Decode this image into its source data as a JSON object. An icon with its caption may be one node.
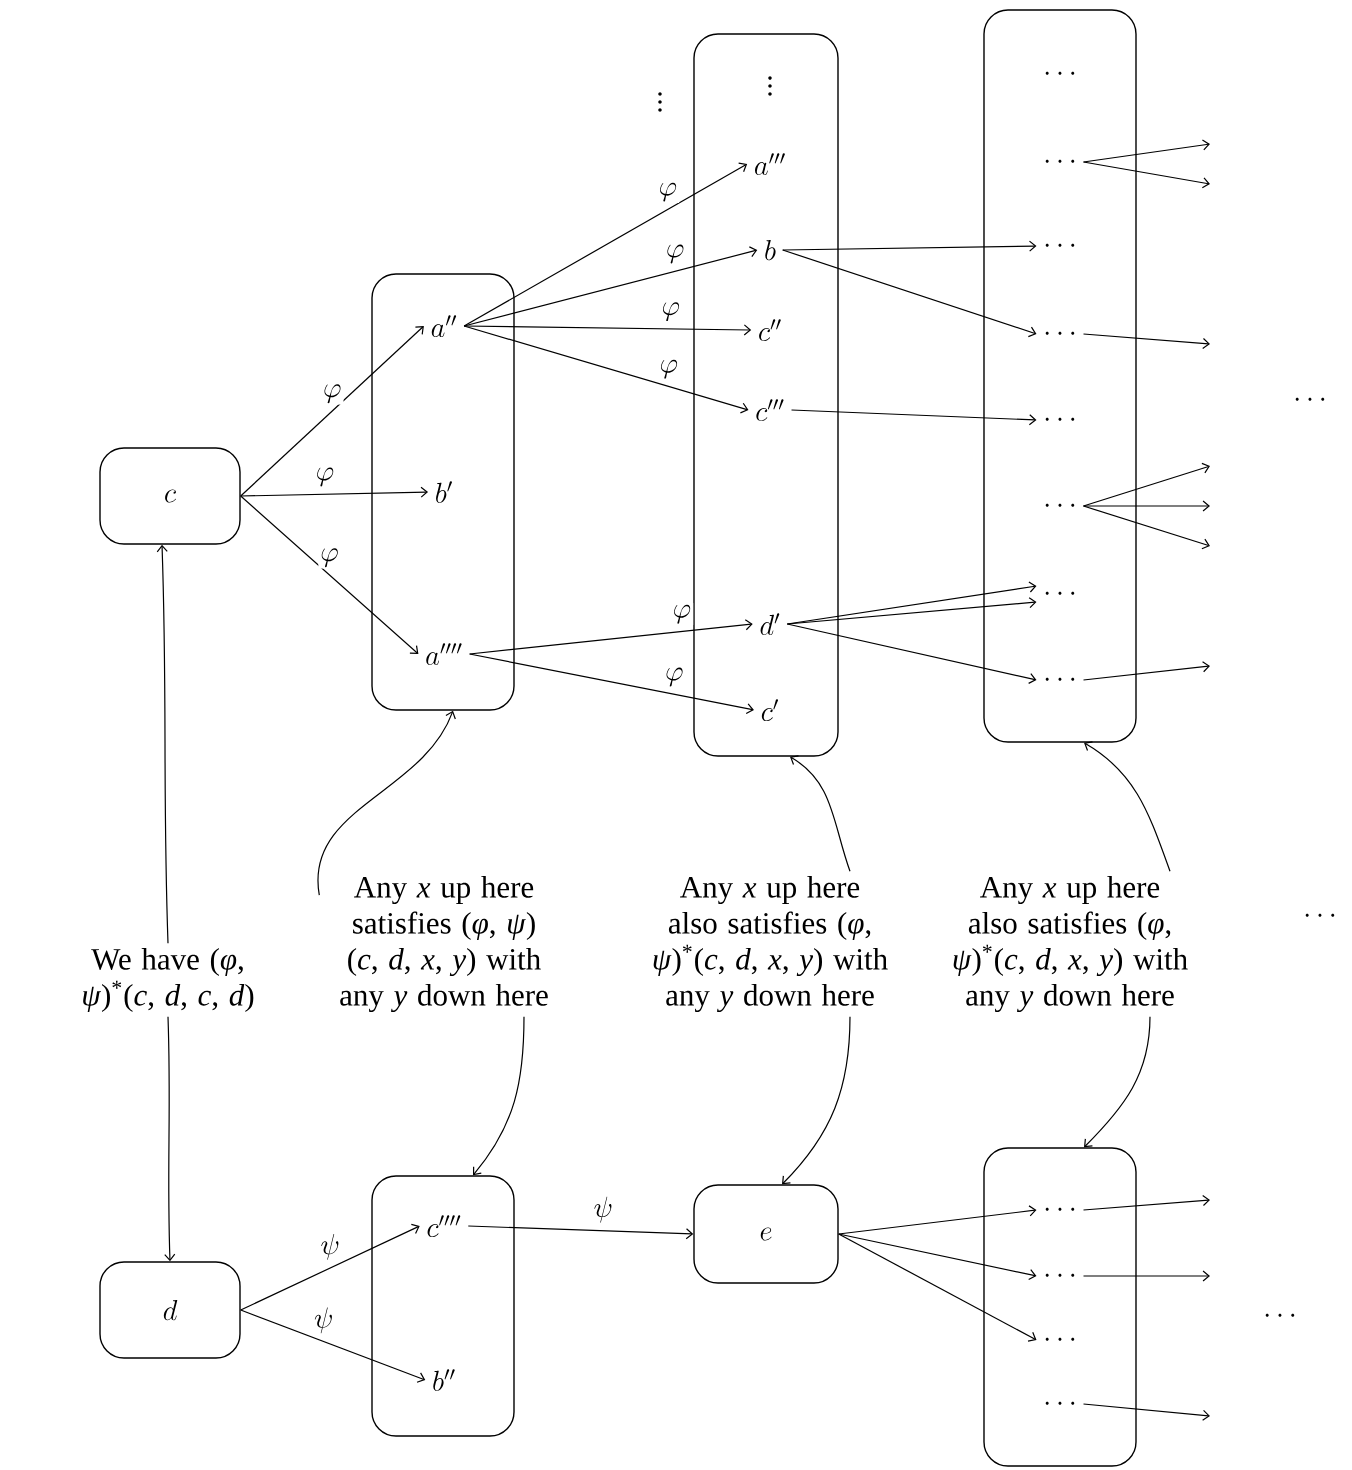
{
  "diagram": {
    "nodes": [
      {
        "text": [
          "c"
        ]
      },
      {
        "text": [],
        "shape": "box"
      },
      {
        "text": [
          "a''"
        ],
        "in": 1
      },
      {
        "text": [
          "b'"
        ],
        "in": 1
      },
      {
        "text": [
          "a''''"
        ],
        "in": 1
      },
      {
        "text": [],
        "shape": "box"
      },
      {
        "text": [
          "\\vdots"
        ],
        "in": 5
      },
      {
        "text": [
          "a'''"
        ],
        "in": 5
      },
      {
        "text": [
          "b"
        ],
        "in": 5
      },
      {
        "text": [
          "c''"
        ],
        "in": 5
      },
      {
        "text": [
          "c'''"
        ],
        "in": 5
      },
      {
        "text": [
          "d'"
        ],
        "in": 5
      },
      {
        "text": [
          "c'"
        ],
        "in": 5
      },
      {
        "text": [],
        "shape": "box"
      },
      {
        "text": [
          "\\cdots"
        ],
        "in": 13
      },
      {
        "text": [
          "\\cdots"
        ],
        "in": 13
      },
      {
        "text": [
          "\\cdots"
        ],
        "in": 13
      },
      {
        "text": [
          "\\cdots"
        ],
        "in": 13
      },
      {
        "text": [
          "\\cdots"
        ],
        "in": 13
      },
      {
        "text": [
          "\\cdots"
        ],
        "in": 13
      },
      {
        "text": [
          "\\cdots"
        ],
        "in": 13
      },
      {
        "text": [
          "\\cdots"
        ],
        "in": 13
      },
      {
        "text": [
          "We have (*φ*, *ψ*)$^{*}$(*c*, *d*, *c*, *d*)"
        ]
      },
      {
        "text": [
          "Any *x* up here satisfies (*φ*, *ψ*) (*c*, *d*, *x*, *y*) with any *y* down here"
        ]
      },
      {
        "text": [
          "Any *x* up here also satisfies (*φ*, *ψ*)$^{*}$(*c*, *d*, *x*, *y*) with any *y* down here"
        ]
      },
      {
        "text": [
          "Any *x* up here also satisfies (*φ*, *ψ*)$^{*}$(*c*, *d*, *x*, *y*) with any *y* down here"
        ]
      },
      {
        "text": [
          "d"
        ]
      },
      {
        "text": [],
        "shape": "box"
      },
      {
        "text": [
          "c''''"
        ],
        "in": 27
      },
      {
        "text": [
          "b''"
        ],
        "in": 27
      },
      {
        "text": [
          "e"
        ]
      },
      {
        "text": [],
        "shape": "box"
      },
      {
        "text": [
          "\\cdots"
        ],
        "in": 31
      },
      {
        "text": [
          "\\cdots"
        ],
        "in": 31
      },
      {
        "text": [
          "\\cdots"
        ],
        "in": 31
      },
      {
        "text": [
          "\\cdots"
        ],
        "in": 31
      }
    ],
    "edges": [
      {
        "from": 0,
        "to": 2,
        "arrow": "to",
        "label": "\\varphi"
      },
      {
        "from": 0,
        "to": 3,
        "arrow": "to",
        "label": "\\varphi"
      },
      {
        "from": 0,
        "to": 4,
        "arrow": "to",
        "label": "\\varphi"
      },
      {
        "from": 2,
        "to": 7,
        "arrow": "to",
        "label": "\\varphi"
      },
      {
        "from": 2,
        "to": 8,
        "arrow": "to",
        "label": "\\varphi"
      },
      {
        "from": 2,
        "to": 9,
        "arrow": "to",
        "label": "\\varphi"
      },
      {
        "from": 2,
        "to": 10,
        "arrow": "to",
        "label": "\\varphi"
      },
      {
        "from": 4,
        "to": 11,
        "arrow": "to",
        "label": "\\varphi"
      },
      {
        "from": 4,
        "to": 12,
        "arrow": "to",
        "label": "\\varphi"
      },
      {
        "from": 8,
        "to": 16,
        "arrow": "to"
      },
      {
        "from": 8,
        "to": 17,
        "arrow": "to"
      },
      {
        "from": 10,
        "to": 18,
        "arrow": "to"
      },
      {
        "from": 11,
        "to": 20,
        "arrow": "to"
      },
      {
        "from": 11,
        "to": 20,
        "arrow": "to"
      },
      {
        "from": 11,
        "to": 21,
        "arrow": "to"
      },
      {
        "from": 15,
        "to": null,
        "arrow": "to"
      },
      {
        "from": 15,
        "to": null,
        "arrow": "to"
      },
      {
        "from": 17,
        "to": null,
        "arrow": "to"
      },
      {
        "from": 19,
        "to": null,
        "arrow": "to"
      },
      {
        "from": 19,
        "to": null,
        "arrow": "to"
      },
      {
        "from": 19,
        "to": null,
        "arrow": "to"
      },
      {
        "from": 21,
        "to": null,
        "arrow": "to"
      },
      {
        "from": 22,
        "to": 0,
        "arrow": "to"
      },
      {
        "from": 22,
        "to": 26,
        "arrow": "to"
      },
      {
        "from": 23,
        "to": 1,
        "arrow": "to"
      },
      {
        "from": 23,
        "to": 27,
        "arrow": "to"
      },
      {
        "from": 24,
        "to": 5,
        "arrow": "to"
      },
      {
        "from": 24,
        "to": 30,
        "arrow": "to"
      },
      {
        "from": 25,
        "to": 13,
        "arrow": "to"
      },
      {
        "from": 25,
        "to": 31,
        "arrow": "to"
      },
      {
        "from": 26,
        "to": 28,
        "arrow": "to",
        "label": "\\psi"
      },
      {
        "from": 26,
        "to": 29,
        "arrow": "to",
        "label": "\\psi"
      },
      {
        "from": 28,
        "to": 30,
        "arrow": "to",
        "label": "\\psi"
      },
      {
        "from": 30,
        "to": 32,
        "arrow": "to"
      },
      {
        "from": 30,
        "to": 33,
        "arrow": "to"
      },
      {
        "from": 30,
        "to": 34,
        "arrow": "to"
      },
      {
        "from": 32,
        "to": null,
        "arrow": "to"
      },
      {
        "from": 33,
        "to": null,
        "arrow": "to"
      },
      {
        "from": 35,
        "to": null,
        "arrow": "to"
      }
    ],
    "labels": [
      "\\vdots",
      "\\cdots",
      "\\cdots",
      "\\cdots"
    ]
  }
}
